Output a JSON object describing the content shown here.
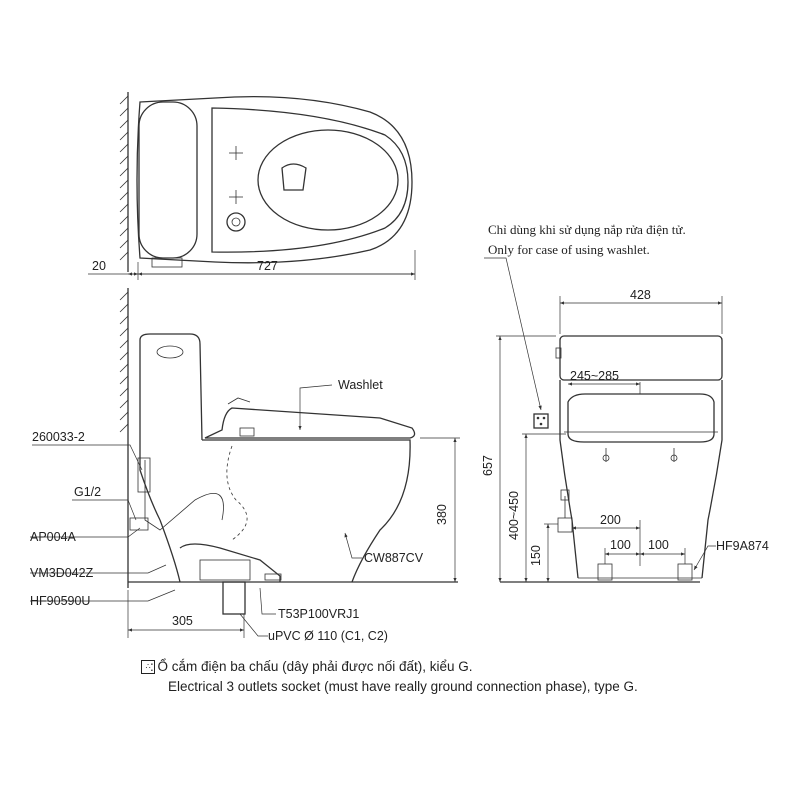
{
  "dimensions": {
    "top_wall_gap": "20",
    "top_length": "727",
    "side_height": "380",
    "side_offset": "305",
    "front_width": "428",
    "front_total_height": "657",
    "seat_width": "245~285",
    "seat_height": "400~450",
    "pipe_offset": "200",
    "bolt_left": "100",
    "bolt_right": "100",
    "socket_height": "150"
  },
  "parts": {
    "washlet": "Washlet",
    "p260033": "260033-2",
    "g12": "G1/2",
    "ap004a": "AP004A",
    "vm3d042z": "VM3D042Z",
    "hf90590u": "HF90590U",
    "cw887cv": "CW887CV",
    "t53p": "T53P100VRJ1",
    "upvc": "uPVC Ø 110 (C1, C2)",
    "hf9a874": "HF9A874"
  },
  "notes": {
    "washlet_only_vi": "Chỉ dùng khi sử dụng nắp rửa điện tử.",
    "washlet_only_en": "Only for case of using washlet.",
    "socket_vi": ": Ổ cắm điện ba chấu (dây phải được nối đất), kiểu G.",
    "socket_en": "Electrical 3 outlets socket (must have really ground connection phase), type G."
  },
  "icons": {
    "socket": "socket-icon"
  }
}
